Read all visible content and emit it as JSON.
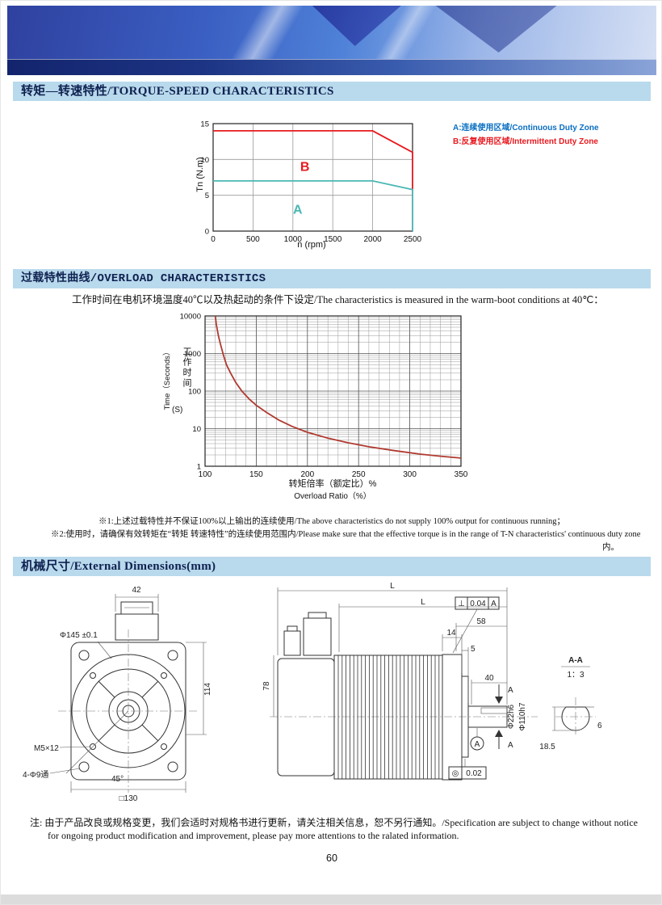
{
  "page": {
    "number": "60"
  },
  "sections": {
    "torque_speed": {
      "title": "转矩—转速特性/TORQUE-SPEED CHARACTERISTICS"
    },
    "overload": {
      "title": "过载特性曲线/OVERLOAD CHARACTERISTICS",
      "subtitle": "工作时间在电机环境温度40℃以及热起动的条件下设定/The characteristics is measured in the warm-boot conditions at 40℃：",
      "note1": "※1:上述过载特性并不保证100%以上输出的连续使用/The above characteristics do not supply 100% output for continuous running；",
      "note2": "※2:使用时，请确保有效转矩在“转矩 转速特性”的连续使用范围内/Please make sure that the effective torque is in the range of T-N characteristics' continuous duty zone",
      "note2_tail": "内。"
    },
    "dimensions": {
      "title": "机械尺寸/External Dimensions(mm)"
    }
  },
  "legend": {
    "a_label": "A:连续使用区域/Continuous Duty Zone",
    "b_label": "B:反复使用区域/Intermittent Duty Zone",
    "a_color": "#0a6fc2",
    "b_color": "#e8191f"
  },
  "chart_data": [
    {
      "type": "line",
      "title": "Torque-Speed Characteristics",
      "xlabel": "n (rpm)",
      "ylabel": "Tn (N.m)",
      "xlim": [
        0,
        2500
      ],
      "ylim": [
        0,
        15
      ],
      "xticks": [
        0,
        500,
        1000,
        1500,
        2000,
        2500
      ],
      "yticks": [
        0,
        5,
        10,
        15
      ],
      "grid": true,
      "grid_color": "#9a9a9a",
      "legend_position": "right",
      "series": [
        {
          "name": "B 反复使用区域/Intermittent Duty Zone",
          "color": "#e8191f",
          "points": [
            [
              0,
              14
            ],
            [
              2000,
              14
            ],
            [
              2500,
              11
            ],
            [
              2500,
              5.8
            ]
          ]
        },
        {
          "name": "A 连续使用区域/Continuous Duty Zone",
          "color": "#4ab8b4",
          "points": [
            [
              0,
              7
            ],
            [
              2000,
              7
            ],
            [
              2500,
              5.8
            ],
            [
              2500,
              0
            ]
          ]
        }
      ],
      "annotations": [
        {
          "x": 1150,
          "y": 8.4,
          "text": "B",
          "color": "#e8191f"
        },
        {
          "x": 1060,
          "y": 2.4,
          "text": "A",
          "color": "#4ab8b4"
        }
      ]
    },
    {
      "type": "line",
      "title": "Overload Characteristics",
      "ylog": true,
      "xlabel_zh": "转矩倍率（额定比）%",
      "xlabel_en": "Overload Ratio（%）",
      "ylabel_zh": "工作时间",
      "ylabel_en": "Time（Seconds）",
      "ylabel_unit": "(S)",
      "xlim": [
        100,
        350
      ],
      "ylim": [
        1,
        10000
      ],
      "xticks": [
        100,
        150,
        200,
        250,
        300,
        350
      ],
      "yticks": [
        1,
        10,
        100,
        1000,
        10000
      ],
      "xminor_step": 10,
      "grid": true,
      "grid_color": "#555555",
      "minor_grid_color": "#999999",
      "series": [
        {
          "name": "过载特性曲线/Overload curve",
          "color": "#b03a30",
          "points": [
            [
              110,
              10000
            ],
            [
              111,
              6000
            ],
            [
              113,
              3000
            ],
            [
              115,
              1800
            ],
            [
              118,
              900
            ],
            [
              121,
              500
            ],
            [
              125,
              300
            ],
            [
              130,
              170
            ],
            [
              136,
              100
            ],
            [
              143,
              62
            ],
            [
              150,
              42
            ],
            [
              160,
              27
            ],
            [
              172,
              17
            ],
            [
              185,
              11.5
            ],
            [
              200,
              8
            ],
            [
              220,
              5.6
            ],
            [
              240,
              4.2
            ],
            [
              260,
              3.3
            ],
            [
              285,
              2.6
            ],
            [
              310,
              2.1
            ],
            [
              330,
              1.85
            ],
            [
              350,
              1.65
            ]
          ]
        }
      ]
    }
  ],
  "mech": {
    "front": {
      "connector_width": "42",
      "flange_dia": "Φ145 ±0.1",
      "height": "114",
      "tap": "M5×12",
      "holes": "4-Φ9通",
      "angle": "45°",
      "square": "□130"
    },
    "side": {
      "length_total": "L",
      "length_body": "L",
      "d58": "58",
      "d14": "14",
      "d5": "5",
      "d78": "78",
      "d40": "40",
      "section_mark_top": "A",
      "section_mark_bottom": "A",
      "shaft_dia": "Φ22h6",
      "spigot_dia": "Φ110h7",
      "tol_top_symbol": "⊥",
      "tol_top_value": "0.04",
      "tol_top_datum": "A",
      "tol_bottom_symbol": "◎",
      "tol_bottom_value": "0.02",
      "datum_label": "A"
    },
    "section": {
      "label": "A-A",
      "scale": "1：3",
      "d18_5": "18.5",
      "d6": "6"
    }
  },
  "footer": {
    "note_line1": "注: 由于产品改良或规格变更，我们会适时对规格书进行更新，请关注相关信息，恕不另行通知。/Specification are subject to change without notice",
    "note_line2": "for ongoing product modification and improvement, please pay more attentions to the ralated information."
  }
}
